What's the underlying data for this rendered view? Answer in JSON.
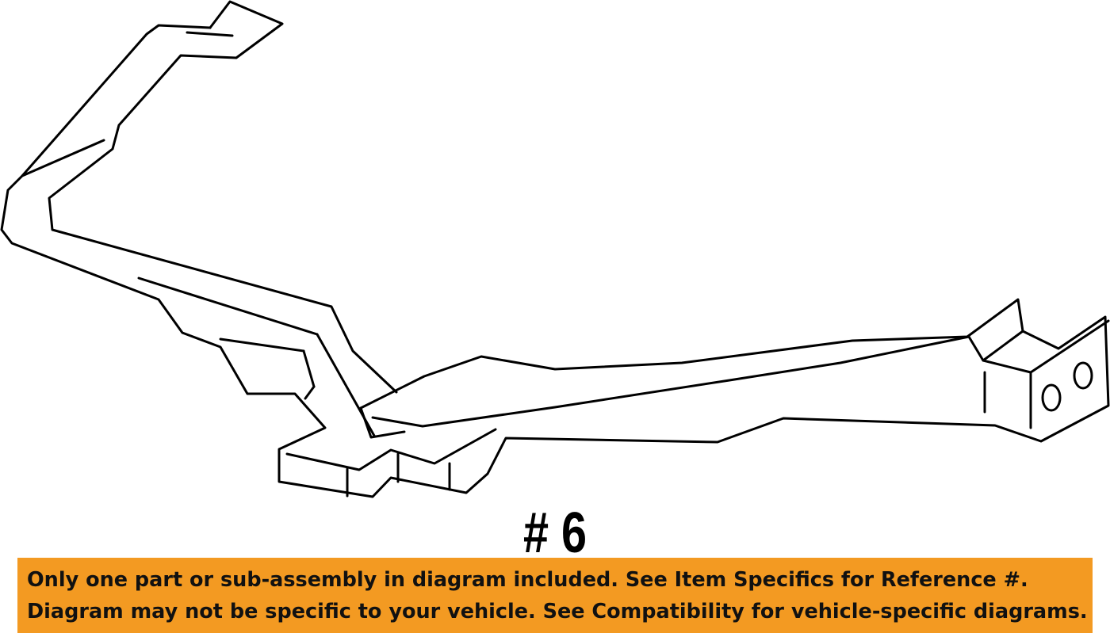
{
  "reference": {
    "label": "# 6"
  },
  "disclaimer": {
    "line1": "Only one part or sub-assembly in diagram included. See Item Specifics for Reference #.",
    "line2": "Diagram may not be specific to your vehicle. See Compatibility for vehicle-specific diagrams.",
    "background_color": "#f39a22"
  }
}
